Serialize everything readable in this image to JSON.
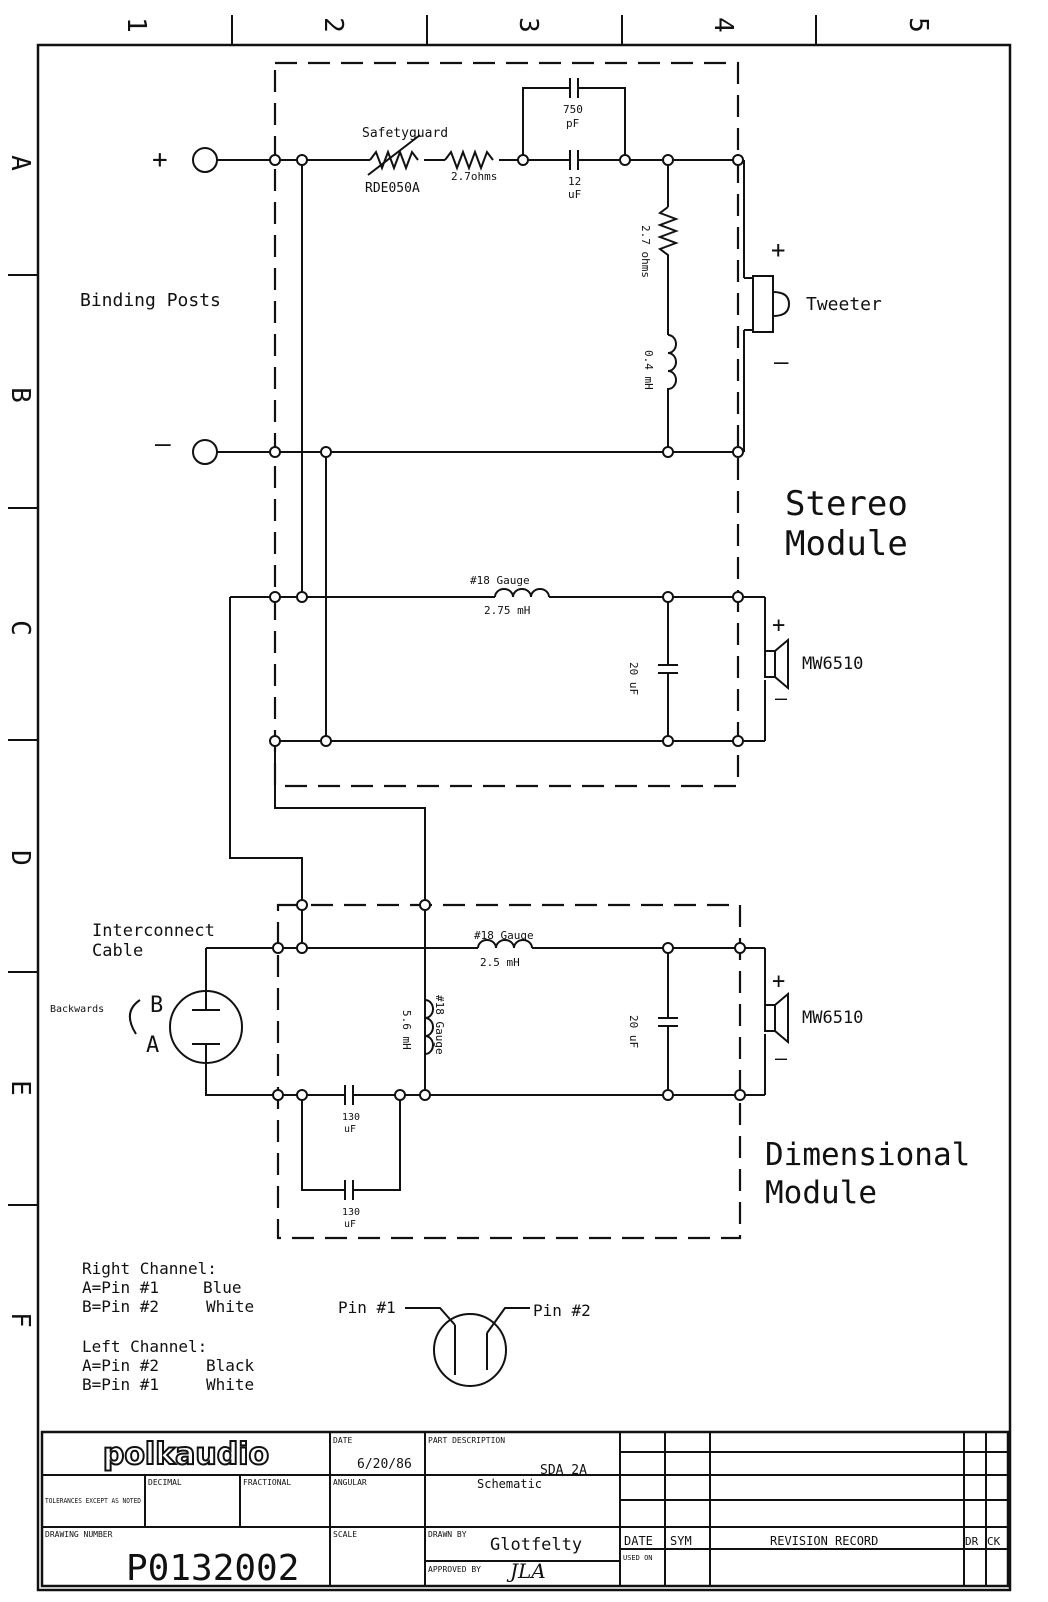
{
  "border": {
    "columns": [
      "1",
      "2",
      "3",
      "4",
      "5"
    ],
    "rows": [
      "A",
      "B",
      "C",
      "D",
      "E",
      "F"
    ]
  },
  "labels": {
    "plus_top": "+",
    "minus_bottom": "–",
    "binding_posts": "Binding Posts",
    "safetyguard": "Safetyguard",
    "rde": "RDE050A",
    "res_27": "2.7ohms",
    "cap750_a": "750",
    "cap750_b": "pF",
    "cap12_a": "12",
    "cap12_b": "uF",
    "res_vertical": "2.7 ohms",
    "inductor_vertical": "0.4 mH",
    "tweeter": "Tweeter",
    "tweeter_plus": "+",
    "tweeter_minus": "–",
    "stereo_1": "Stereo",
    "stereo_2": "Module",
    "gauge_top_1": "#18 Gauge",
    "gauge_top_2": "2.75 mH",
    "cap20_top": "20 uF",
    "mw_top": "MW6510",
    "mw_top_plus": "+",
    "mw_top_minus": "–",
    "interconnect_1": "Interconnect",
    "interconnect_2": "Cable",
    "backwards": "Backwards",
    "plug_b": "B",
    "plug_a": "A",
    "gauge_bot_1": "#18 Gauge",
    "gauge_bot_2": "2.5 mH",
    "vert_gauge": "#18 Gauge",
    "vert_mh": "5.6 mH",
    "cap20_bot": "20 uF",
    "mw_bot": "MW6510",
    "mw_bot_plus": "+",
    "mw_bot_minus": "–",
    "cap130_1a": "130",
    "cap130_1b": "uF",
    "cap130_2a": "130",
    "cap130_2b": "uF",
    "dim_1": "Dimensional",
    "dim_2": "Module",
    "right_channel": "Right Channel:",
    "r_a": "A=Pin #1",
    "r_a_color": "Blue",
    "r_b": "B=Pin #2",
    "r_b_color": "White",
    "left_channel": "Left Channel:",
    "l_a": "A=Pin #2",
    "l_a_color": "Black",
    "l_b": "B=Pin #1",
    "l_b_color": "White",
    "pin1": "Pin #1",
    "pin2": "Pin #2"
  },
  "title_block": {
    "logo": "polkaudio",
    "date_label": "DATE",
    "date": "6/20/86",
    "part_desc_label": "PART DESCRIPTION",
    "part": "SDA 2A",
    "part_sub": "Schematic",
    "tolerances": "TOLERANCES EXCEPT AS NOTED",
    "decimal": "DECIMAL",
    "fractional": "FRACTIONAL",
    "angular": "ANGULAR",
    "drawing_number_label": "DRAWING NUMBER",
    "drawing_number": "P0132002",
    "scale_label": "SCALE",
    "drawn_by_label": "DRAWN BY",
    "drawn_by": "Glotfelty",
    "approved_by_label": "APPROVED BY",
    "approved_by": "JLA",
    "rev_date": "DATE",
    "rev_sym": "SYM",
    "rev_record": "REVISION RECORD",
    "rev_dr": "DR",
    "rev_ck": "CK",
    "used_on": "USED ON"
  }
}
